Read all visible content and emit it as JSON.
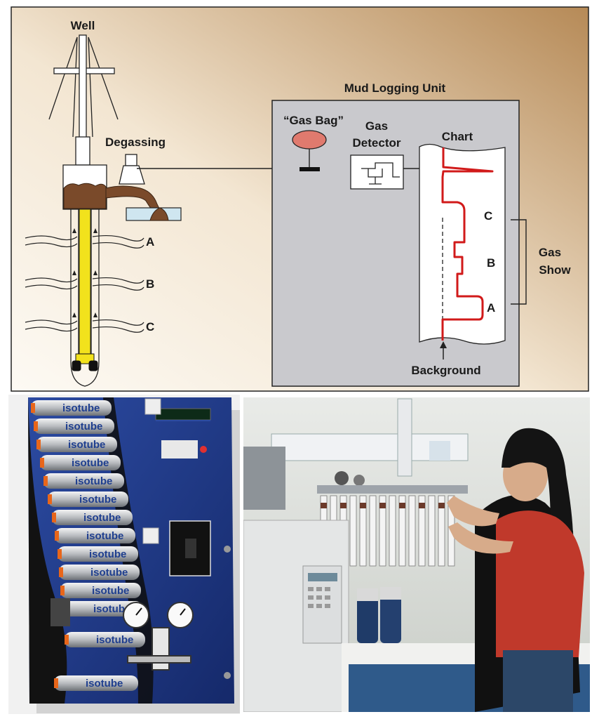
{
  "diagram": {
    "well_label": "Well",
    "degassing_label": "Degassing",
    "mud_logging_unit_label": "Mud Logging Unit",
    "gas_bag_label": "“Gas Bag”",
    "gas_detector_label_1": "Gas",
    "gas_detector_label_2": "Detector",
    "chart_label": "Chart",
    "zone_labels_well": [
      "A",
      "B",
      "C"
    ],
    "zone_labels_chart": [
      "C",
      "B",
      "A"
    ],
    "gas_show_label_1": "Gas",
    "gas_show_label_2": "Show",
    "background_label": "Background"
  },
  "photos": {
    "left": {
      "tube_brand": "isotube"
    }
  },
  "colors": {
    "panel_gradient_start": "#fbf6ee",
    "panel_gradient_end": "#b48a5a",
    "unit_box": "#c9c9cd",
    "mud": "#7a4a2a",
    "drill_pipe": "#f2e21c",
    "chart_trace": "#d11a1a",
    "gas_bag": "#e07a6e",
    "board_blue": "#23408f"
  }
}
